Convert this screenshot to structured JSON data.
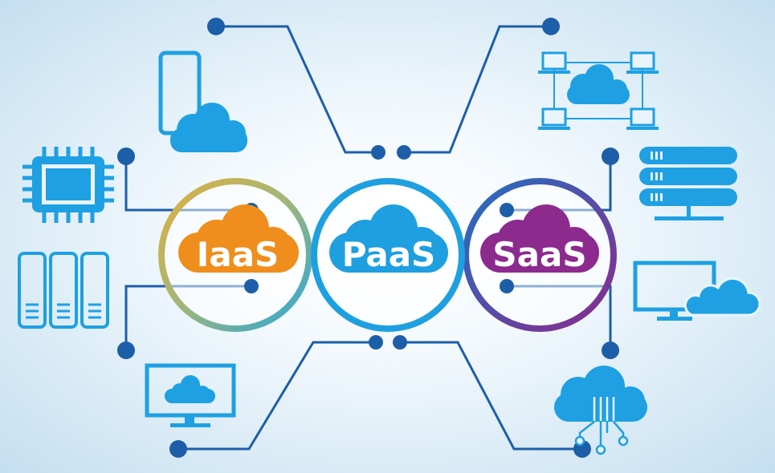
{
  "services": [
    {
      "label": "IaaS",
      "color": "#ef8e1d"
    },
    {
      "label": "PaaS",
      "color": "#1e9fe0"
    },
    {
      "label": "SaaS",
      "color": "#8c2a8e"
    }
  ],
  "colors": {
    "line": "#1d5ea8",
    "icon": "#1ea0e2",
    "dot": "#1d5ea8"
  }
}
